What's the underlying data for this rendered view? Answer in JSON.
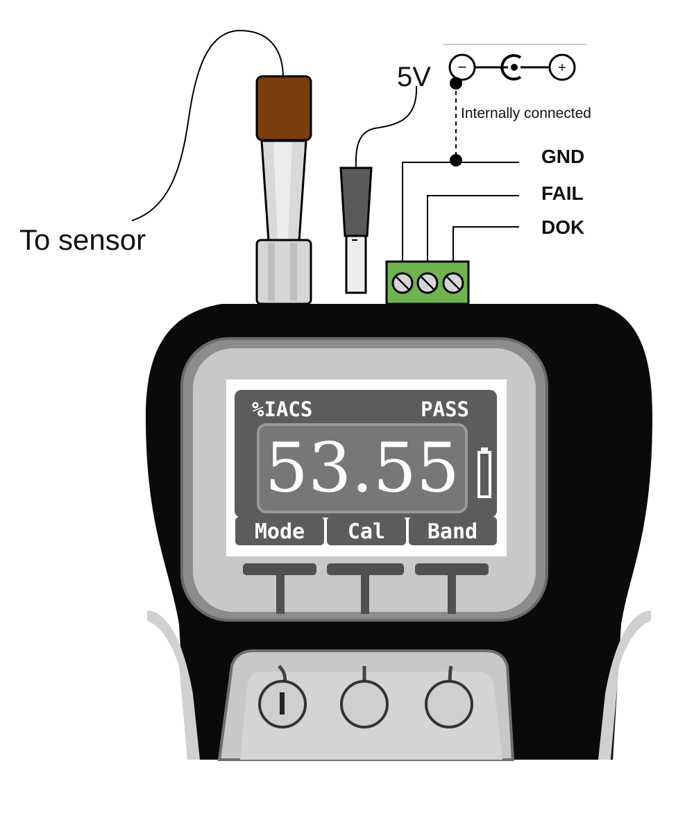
{
  "labels": {
    "to_sensor": "To sensor",
    "voltage": "5V",
    "note": "Internally connected",
    "gnd": "GND",
    "fail": "FAIL",
    "dok": "DOK"
  },
  "jack_symbols": {
    "minus": "−",
    "plus": "+"
  },
  "display": {
    "unit": "%IACS",
    "status": "PASS",
    "reading": "53.55",
    "softkeys": [
      "Mode",
      "Cal",
      "Band"
    ]
  },
  "colors": {
    "plug_cap": "#7a3e0c",
    "terminal_block": "#6fb44e",
    "housing": "#0a0a0a",
    "lcd_background": "#5c5c5c"
  },
  "icons": {
    "power_button": "power-icon",
    "battery": "battery-icon"
  }
}
